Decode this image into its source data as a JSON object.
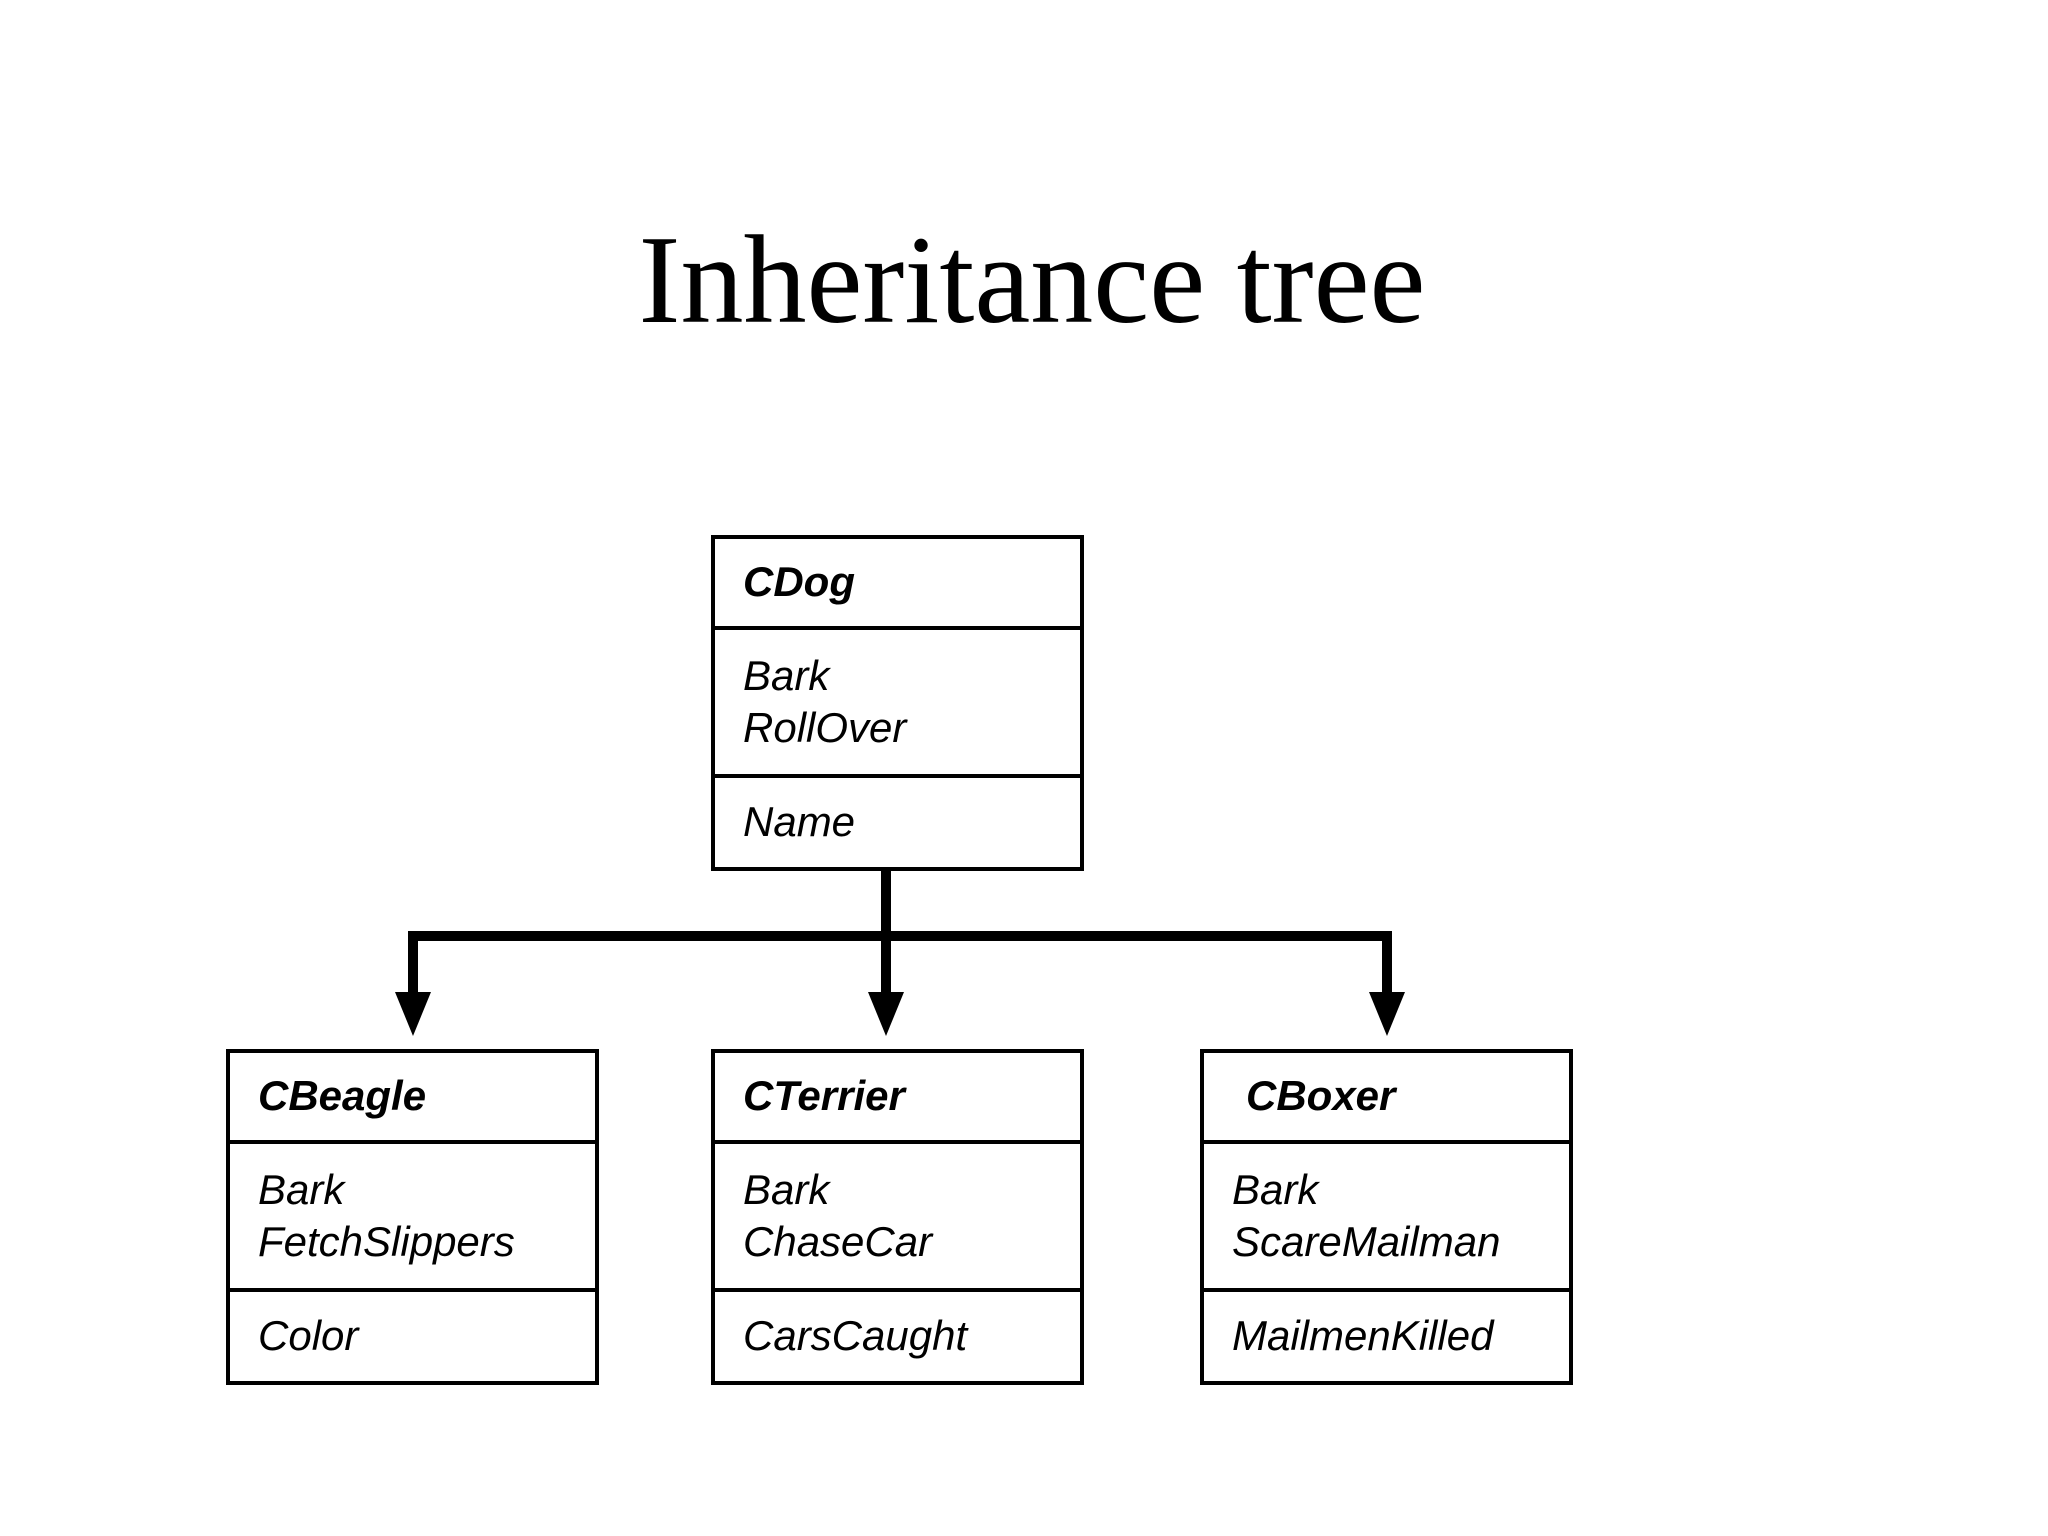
{
  "title": "Inheritance tree",
  "classes": {
    "dog": {
      "name": "CDog",
      "methods": [
        "Bark",
        "RollOver"
      ],
      "attributes": [
        "Name"
      ]
    },
    "beagle": {
      "name": "CBeagle",
      "methods": [
        "Bark",
        "FetchSlippers"
      ],
      "attributes": [
        "Color"
      ]
    },
    "terrier": {
      "name": "CTerrier",
      "methods": [
        "Bark",
        "ChaseCar"
      ],
      "attributes": [
        "CarsCaught"
      ]
    },
    "boxer": {
      "name": "CBoxer",
      "methods": [
        "Bark",
        "ScareMailman"
      ],
      "attributes": [
        "MailmenKilled"
      ]
    }
  },
  "relations": [
    {
      "from": "dog",
      "to": "beagle",
      "type": "inherits"
    },
    {
      "from": "dog",
      "to": "terrier",
      "type": "inherits"
    },
    {
      "from": "dog",
      "to": "boxer",
      "type": "inherits"
    }
  ]
}
